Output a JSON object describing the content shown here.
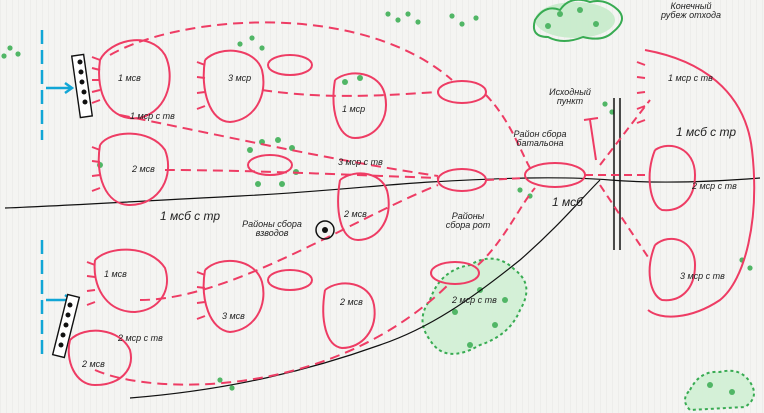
{
  "diagram": {
    "unit_labels": {
      "msv_1_top": "1 мсв",
      "msr_3_top": "3 мср",
      "msr_1_te_top": "1 мср с тв",
      "msr_1_right": "1 мср",
      "msv_2_mid": "2 мсв",
      "msr_3_te_mid": "3 мср с тв",
      "msv_2_center": "2 мсв",
      "msb_1_tr_left": "1 мсб с тр",
      "msv_1_bottom": "1 мсв",
      "msr_3_bottom": "3 мсв",
      "msv_2_bottom_center": "2 мсв",
      "msr_2_te_bottom": "2 мср с тв",
      "msv_2_bottom": "2 мсв",
      "msr_2_te_center": "2 мср с тв",
      "msb_1_center": "1 мсб",
      "msr_1_te_right": "1 мср с тв",
      "msb_1_tr_right": "1 мсб с тр",
      "msr_2_te_right": "2 мср с тв",
      "msr_3_te_right": "3 мср с тв"
    },
    "area_labels": {
      "final_line": "Конечный рубеж отхода",
      "start_point": "Исходный пункт",
      "battalion_assembly": "Район сбора батальона",
      "platoon_assembly": "Районы сбора взводов",
      "company_assembly": "Районы сбора рот"
    },
    "colors": {
      "route": "#ee3c64",
      "lines": "#111111",
      "vegetation": "#2ea84a",
      "cyan_marks": "#11a6d6",
      "paper": "#f4f4f2"
    }
  }
}
